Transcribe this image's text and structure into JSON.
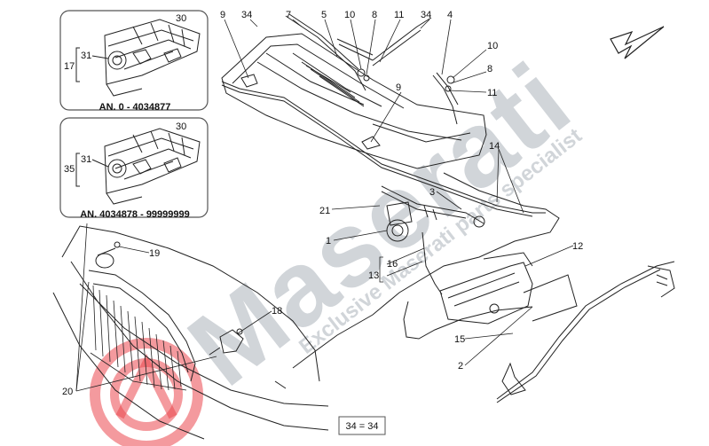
{
  "watermark": {
    "brand": "Maserati",
    "subtitle": "Exclusive Maserati parts specialist",
    "color": "#c9ced3",
    "logo_color": "#e8272d"
  },
  "inset_top": {
    "caption": "AN. 0 - 4034877",
    "labels": [
      "30",
      "31",
      "17"
    ]
  },
  "inset_bottom": {
    "caption": "AN. 4034878 - 99999999",
    "labels": [
      "30",
      "31",
      "35"
    ]
  },
  "callouts": [
    "9",
    "34",
    "7",
    "5",
    "10",
    "8",
    "11",
    "34",
    "4",
    "10",
    "8",
    "11",
    "9",
    "14",
    "3",
    "21",
    "1",
    "16",
    "13",
    "12",
    "15",
    "2",
    "19",
    "18",
    "20"
  ],
  "legend_note": "34 = 34",
  "arrow": "direction-arrow",
  "colors": {
    "line": "#222222",
    "frame": "#555555"
  }
}
